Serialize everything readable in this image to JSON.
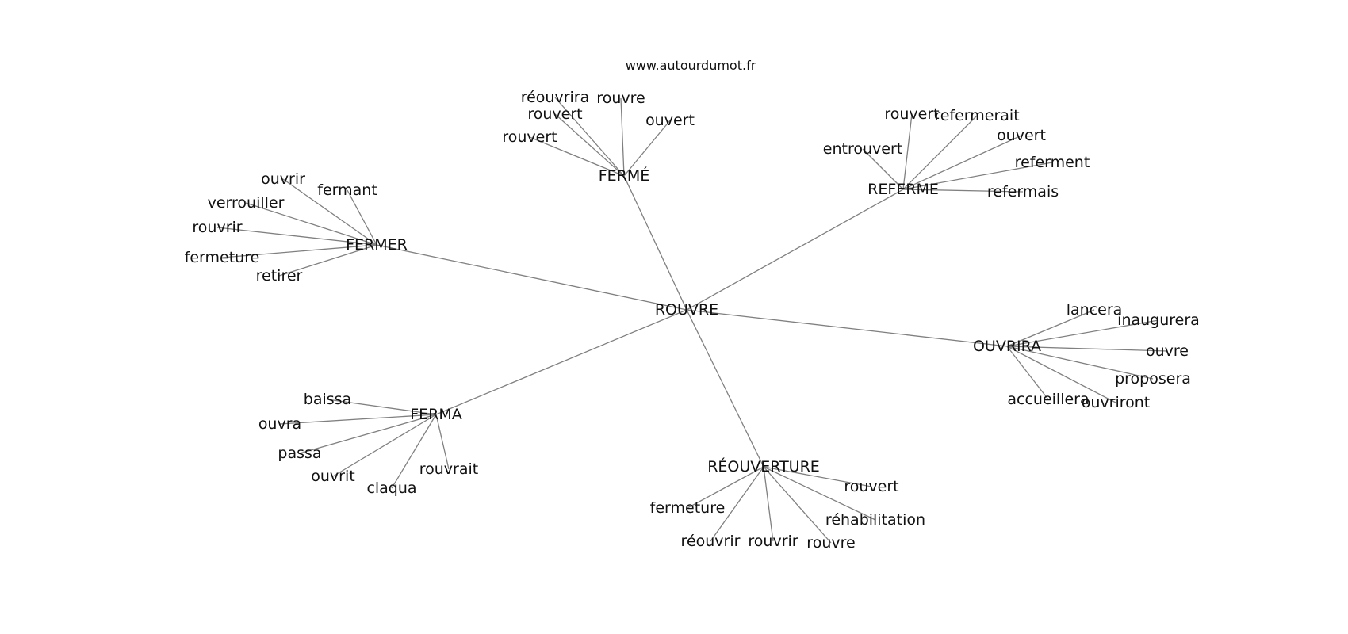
{
  "credit": "www.autourdumot.fr",
  "center": "ROUVRE",
  "clusters": [
    {
      "label": "FERMÉ",
      "words": [
        "réouvrira",
        "rouvre",
        "rouvert",
        "rouvert",
        "ouvert"
      ]
    },
    {
      "label": "REFERME",
      "words": [
        "rouvert",
        "refermerait",
        "entrouvert",
        "ouvert",
        "referment",
        "refermais"
      ]
    },
    {
      "label": "FERMER",
      "words": [
        "ouvrir",
        "fermant",
        "verrouiller",
        "rouvrir",
        "fermeture",
        "retirer"
      ]
    },
    {
      "label": "OUVRIRA",
      "words": [
        "lancera",
        "inaugurera",
        "ouvre",
        "proposera",
        "accueillera",
        "ouvriront"
      ]
    },
    {
      "label": "FERMA",
      "words": [
        "baissa",
        "ouvra",
        "passa",
        "ouvrit",
        "claqua",
        "rouvrait"
      ]
    },
    {
      "label": "RÉOUVERTURE",
      "words": [
        "rouvert",
        "fermeture",
        "réhabilitation",
        "réouvrir",
        "rouvrir",
        "rouvre"
      ]
    }
  ]
}
